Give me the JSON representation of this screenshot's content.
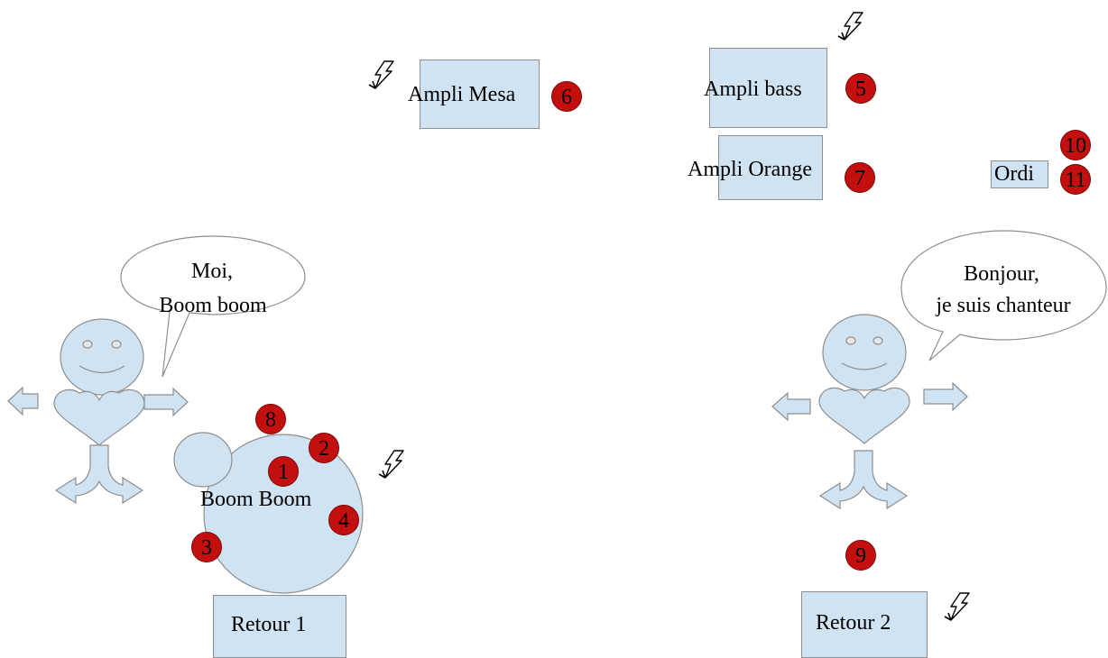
{
  "colors": {
    "shape_fill": "#cfe3f3",
    "shape_stroke": "#8e8e8e",
    "badge_fill": "#c40f0f",
    "text": "#000000"
  },
  "icons": [
    "lightning-icon",
    "smiley-face-icon",
    "heart-icon",
    "arrow-icon",
    "split-arrow-icon",
    "speech-bubble-icon",
    "drum-circle-icon"
  ],
  "amps": {
    "mesa": "Ampli Mesa",
    "bass": "Ampli bass",
    "orange": "Ampli Orange"
  },
  "computer": "Ordi",
  "drums": "Boom Boom",
  "monitors": {
    "one": "Retour 1",
    "two": "Retour 2"
  },
  "bubbles": {
    "drummer": {
      "line1": "Moi,",
      "line2": "Boom boom"
    },
    "singer": {
      "line1": "Bonjour,",
      "line2": "je suis chanteur"
    }
  },
  "badges": {
    "b1": "1",
    "b2": "2",
    "b3": "3",
    "b4": "4",
    "b5": "5",
    "b6": "6",
    "b7": "7",
    "b8": "8",
    "b9": "9",
    "b10": "10",
    "b11": "11"
  }
}
